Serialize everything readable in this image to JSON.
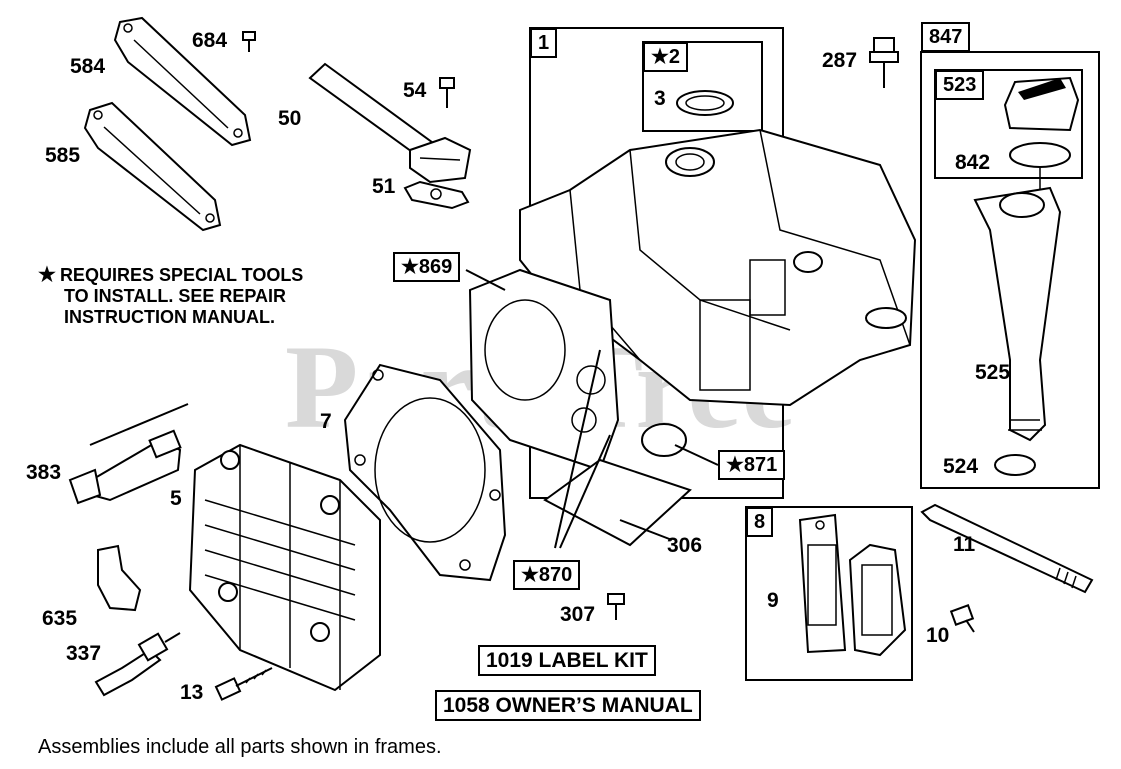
{
  "watermark": {
    "text": "PartsTree",
    "tm": "™"
  },
  "note": {
    "star": "★",
    "lines": [
      "REQUIRES SPECIAL TOOLS",
      "TO INSTALL.  SEE REPAIR",
      "INSTRUCTION MANUAL."
    ]
  },
  "footer": "Assemblies include all parts shown in frames.",
  "frames": {
    "f1": "1",
    "f847": "847",
    "f523": "523",
    "f8": "8",
    "star2": "★2"
  },
  "callouts": {
    "p869": "★869",
    "p871": "★871",
    "p870": "★870",
    "label_kit": "1019 LABEL KIT",
    "owners_manual": "1058 OWNER’S MANUAL"
  },
  "parts": {
    "p584": "584",
    "p684": "684",
    "p585": "585",
    "p50": "50",
    "p54": "54",
    "p51": "51",
    "p3": "3",
    "p287": "287",
    "p842": "842",
    "p525": "525",
    "p524": "524",
    "p7": "7",
    "p383": "383",
    "p5": "5",
    "p635": "635",
    "p337": "337",
    "p13": "13",
    "p306": "306",
    "p307": "307",
    "p9": "9",
    "p10": "10",
    "p11": "11"
  }
}
